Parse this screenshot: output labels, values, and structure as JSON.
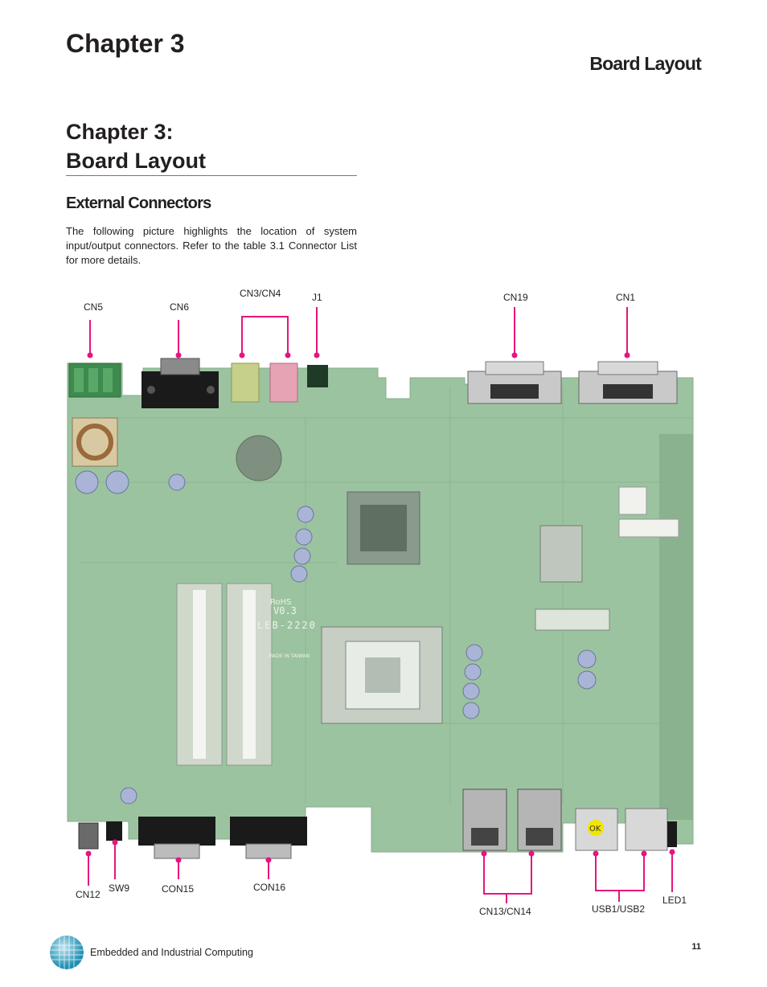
{
  "header": {
    "chapter": "Chapter 3",
    "section": "Board Layout"
  },
  "main": {
    "title_line1": "Chapter 3:",
    "title_line2": "Board Layout",
    "section_heading": "External Connectors",
    "intro": "The following picture highlights the location of system input/output connectors.  Refer to the table 3.1 Connector List for more details."
  },
  "figure": {
    "board_label": "LEB-2220",
    "board_version": "V0.3",
    "rohs": "RoHS",
    "made_in": "MADE IN TAIWAN",
    "ok_sticker": "OK",
    "top_labels": {
      "cn5": "CN5",
      "cn6": "CN6",
      "cn3_cn4": "CN3/CN4",
      "j1": "J1",
      "cn19": "CN19",
      "cn1": "CN1"
    },
    "bottom_labels": {
      "cn12": "CN12",
      "sw9": "SW9",
      "con15": "CON15",
      "con16": "CON16",
      "cn13_cn14": "CN13/CN14",
      "usb1_usb2": "USB1/USB2",
      "led1": "LED1"
    },
    "accent_color": "#e6157f",
    "board_color": "#9bc29f"
  },
  "footer": {
    "text": "Embedded and Industrial Computing",
    "page_number": "11"
  }
}
